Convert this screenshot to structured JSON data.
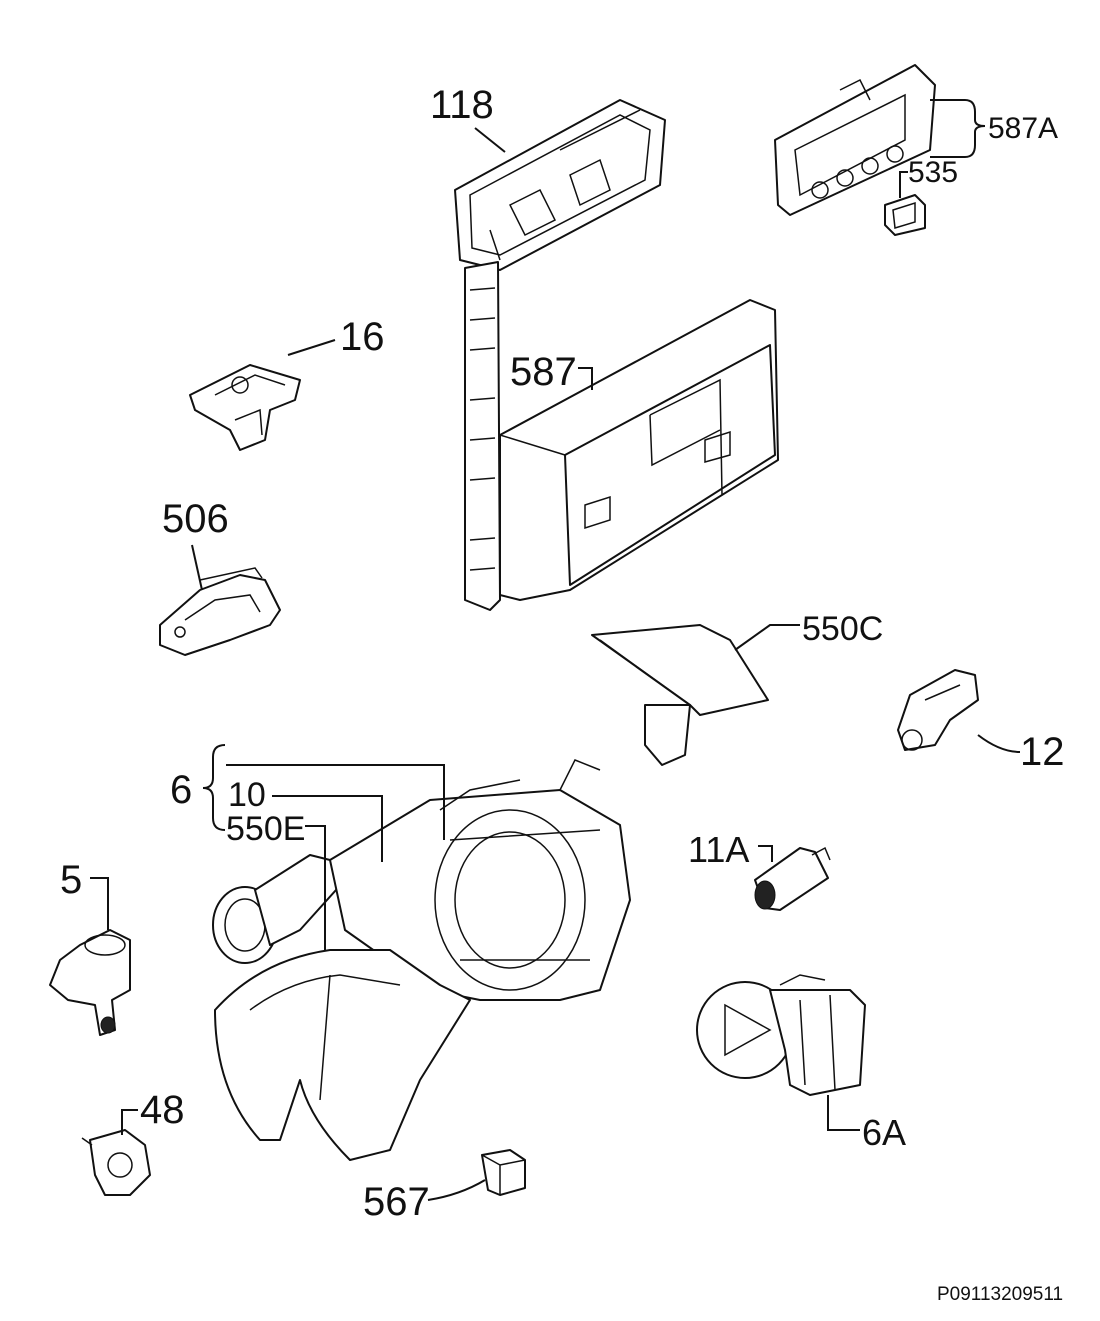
{
  "callouts": {
    "p118": "118",
    "p587A": "587A",
    "p535": "535",
    "p16": "16",
    "p587": "587",
    "p506": "506",
    "p550C": "550C",
    "p12": "12",
    "p6": "6",
    "p10": "10",
    "p550E": "550E",
    "p11A": "11A",
    "p5": "5",
    "p6A": "6A",
    "p48": "48",
    "p567": "567"
  },
  "document_code": "P09113209511"
}
